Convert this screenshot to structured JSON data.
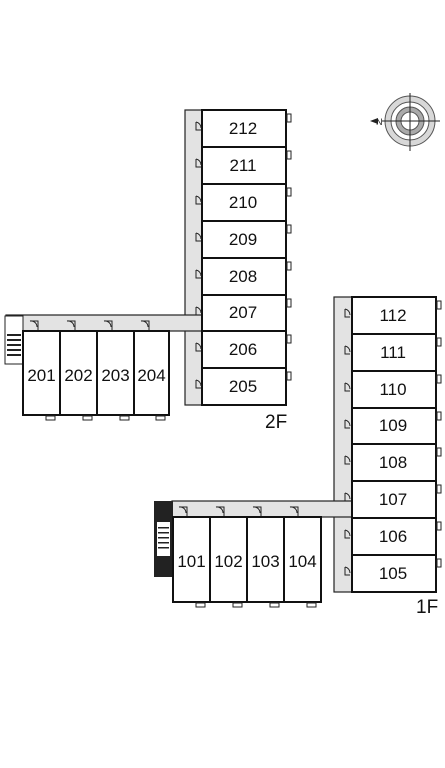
{
  "floors": {
    "second": {
      "label": "2F",
      "units_vertical": [
        "212",
        "211",
        "210",
        "209",
        "208",
        "207",
        "206",
        "205"
      ],
      "units_horizontal": [
        "201",
        "202",
        "203",
        "204"
      ]
    },
    "first": {
      "label": "1F",
      "units_vertical": [
        "112",
        "111",
        "110",
        "109",
        "108",
        "107",
        "106",
        "105"
      ],
      "units_horizontal": [
        "101",
        "102",
        "103",
        "104"
      ]
    }
  },
  "compass": {
    "north_letter": "N"
  },
  "icons": {
    "compass": "compass-icon",
    "stairs": "stairs-icon",
    "door": "door-icon"
  }
}
